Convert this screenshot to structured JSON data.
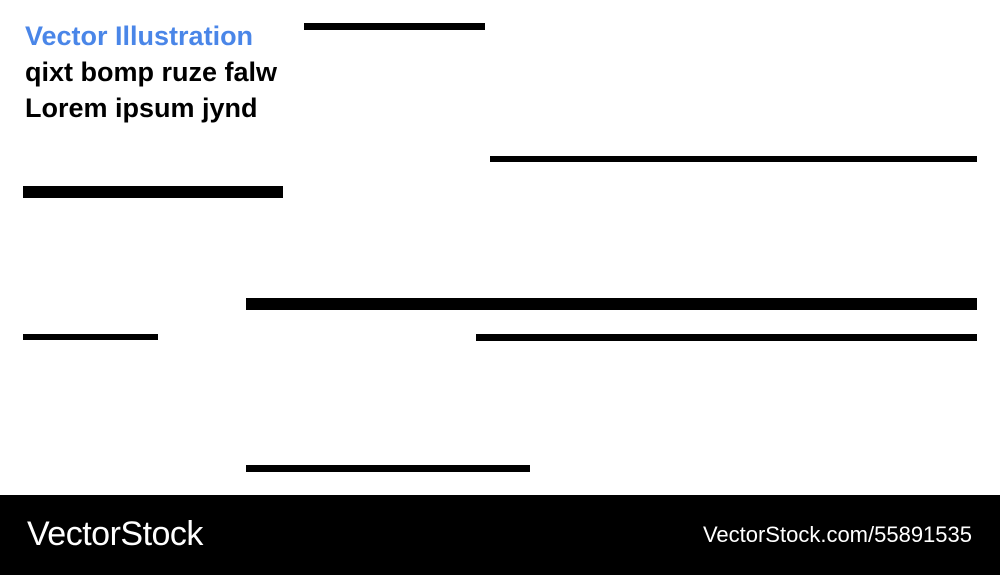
{
  "heading": {
    "title": "Vector Illustration",
    "body": "qixt bomp ruze falw Lorem ipsum jynd"
  },
  "footer": {
    "logo": "VectorStock",
    "url": "VectorStock.com/55891535"
  },
  "colors": {
    "title": "#4a86e8",
    "bars": "#000000",
    "footer_background": "#000000",
    "footer_text": "#ffffff"
  }
}
